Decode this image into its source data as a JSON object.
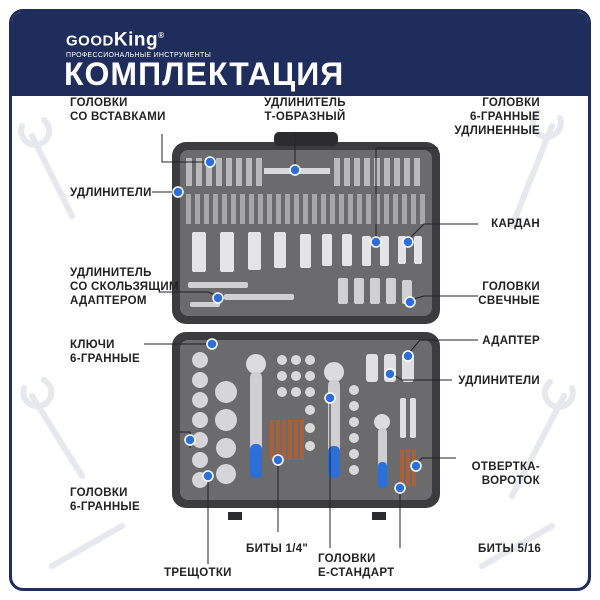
{
  "brand": {
    "logo_text_good": "GOOD",
    "logo_text_king": "King",
    "logo_mark": "®",
    "logo_subtitle": "ПРОФЕССИОНАЛЬНЫЕ ИНСТРУМЕНТЫ"
  },
  "title": "КОМПЛЕКТАЦИЯ",
  "colors": {
    "header_bg": "#1f2d5c",
    "accent_blue": "#2c6fd8",
    "case_dark": "#3c3c3e",
    "tray_gray": "#6b6b6e",
    "text": "#222222"
  },
  "labels": {
    "heads_inserts": "ГОЛОВКИ\nСО ВСТАВКАМИ",
    "t_extension": "УДЛИНИТЕЛЬ\nТ-ОБРАЗНЫЙ",
    "long_heads": "ГОЛОВКИ\n6-ГРАННЫЕ\nУДЛИНЕННЫЕ",
    "extensions_left": "УДЛИНИТЕЛИ",
    "cardan": "КАРДАН",
    "sliding_extension": "УДЛИНИТЕЛЬ\nСО СКОЛЬЗЯЩИМ\nАДАПТЕРОМ",
    "spark_heads": "ГОЛОВКИ\nСВЕЧНЫЕ",
    "hex_keys": "КЛЮЧИ\n6-ГРАННЫЕ",
    "adapter": "АДАПТЕР",
    "extensions_right": "УДЛИНИТЕЛИ",
    "hex_heads": "ГОЛОВКИ\n6-ГРАННЫЕ",
    "screwdriver": "ОТВЕРТКА-\nВОРОТОК",
    "bits_quarter": "БИТЫ 1/4\"",
    "bits_516": "БИТЫ 5/16",
    "e_heads": "ГОЛОВКИ\nЕ-СТАНДАРТ",
    "ratchets": "ТРЕЩОТКИ"
  }
}
